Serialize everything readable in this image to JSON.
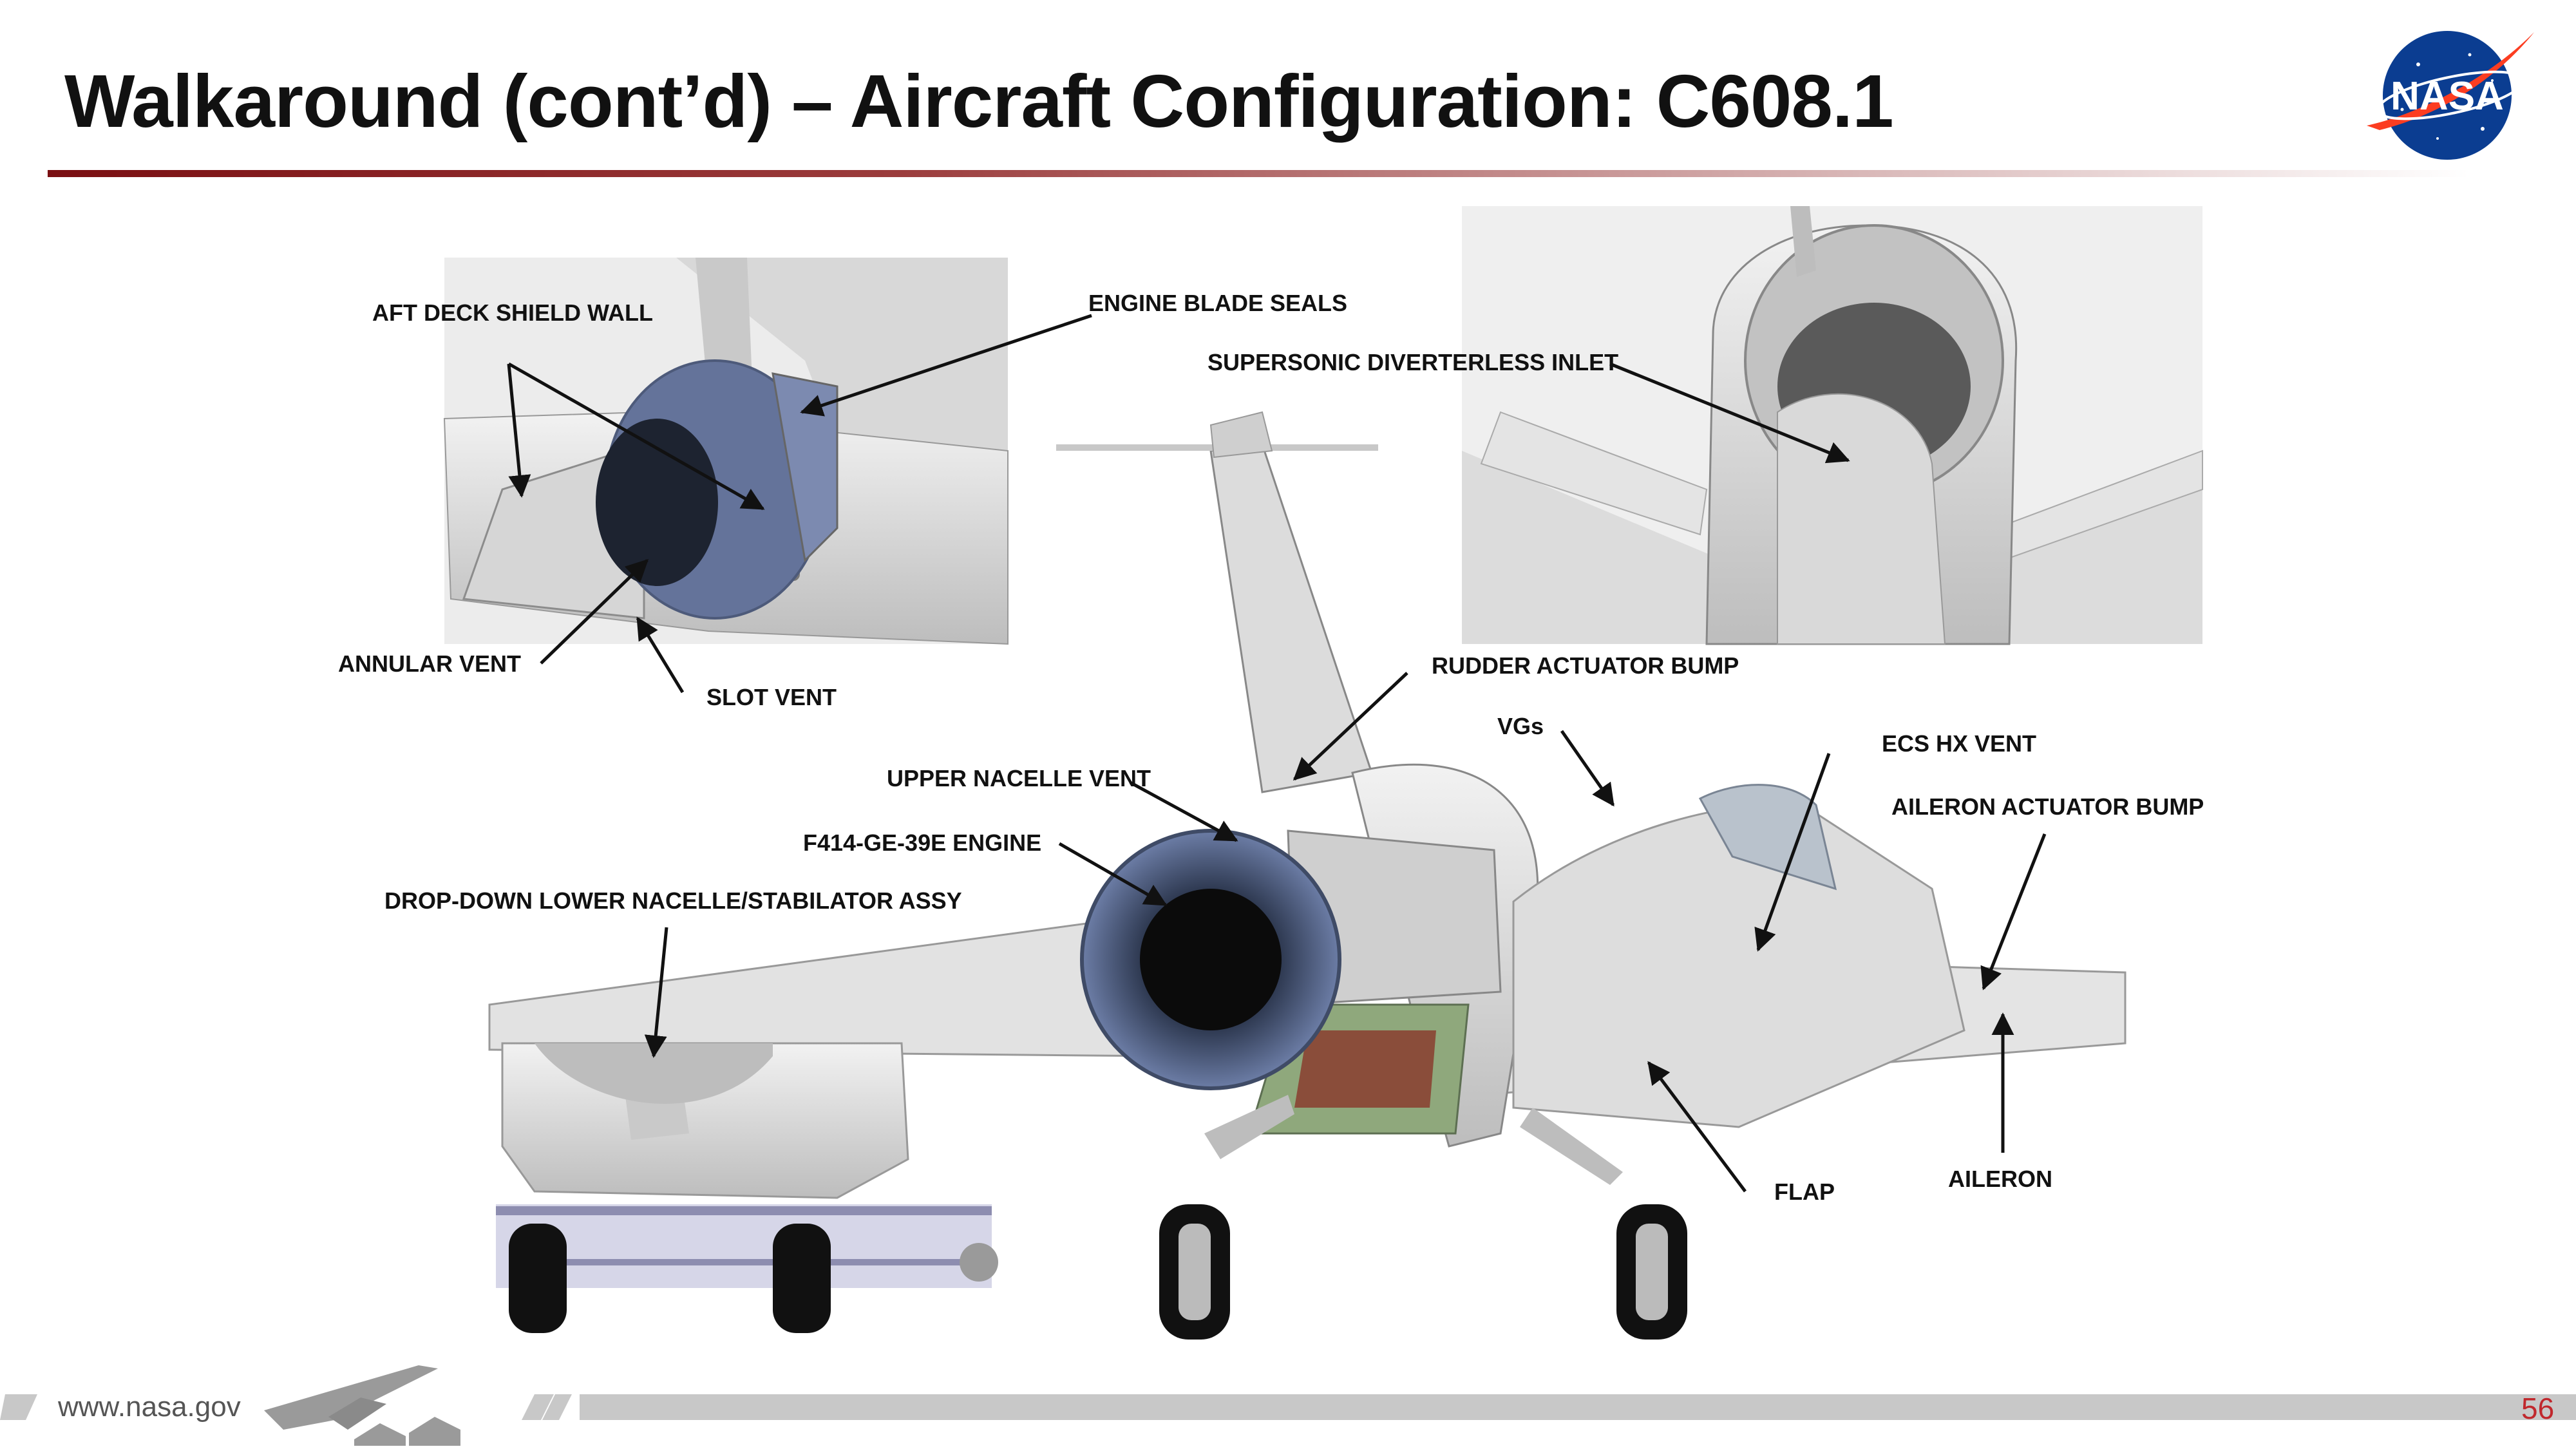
{
  "slide": {
    "title": "Walkaround (cont’d) – Aircraft Configuration: C608.1",
    "logo_text": "NASA",
    "url": "www.nasa.gov",
    "page_number": "56"
  },
  "labels": {
    "aft_deck_shield_wall": "AFT DECK SHIELD WALL",
    "engine_blade_seals": "ENGINE BLADE SEALS",
    "supersonic_diverterless_inlet": "SUPERSONIC DIVERTERLESS INLET",
    "annular_vent": "ANNULAR VENT",
    "slot_vent": "SLOT VENT",
    "rudder_actuator_bump": "RUDDER ACTUATOR BUMP",
    "vgs": "VGs",
    "ecs_hx_vent": "ECS HX VENT",
    "upper_nacelle_vent": "UPPER NACELLE VENT",
    "aileron_actuator_bump": "AILERON ACTUATOR BUMP",
    "engine": "F414-GE-39E ENGINE",
    "drop_down": "DROP-DOWN LOWER NACELLE/STABILATOR ASSY",
    "flap": "FLAP",
    "aileron": "AILERON"
  },
  "colors": {
    "title_rule_start": "#7a0f12",
    "nasa_blue": "#0b3d91",
    "nasa_red": "#fc3d21",
    "page_number": "#c0282d"
  }
}
